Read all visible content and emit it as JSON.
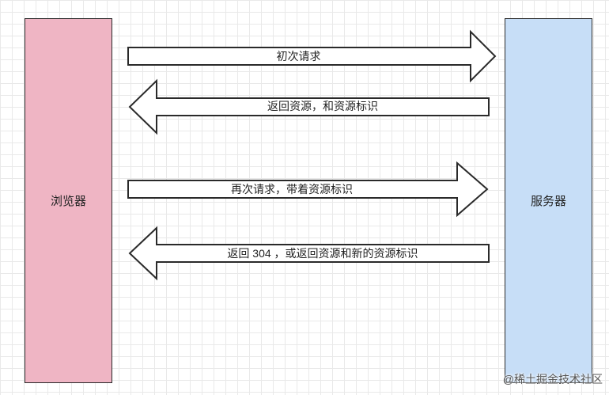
{
  "actors": {
    "browser": {
      "label": "浏览器",
      "color": "#efb5c4"
    },
    "server": {
      "label": "服务器",
      "color": "#c7def7"
    }
  },
  "messages": [
    {
      "label": "初次请求",
      "direction": "right"
    },
    {
      "label": "返回资源，和资源标识",
      "direction": "left"
    },
    {
      "label": "再次请求，带着资源标识",
      "direction": "right"
    },
    {
      "label": "返回 304 ，或返回资源和新的资源标识",
      "direction": "left"
    }
  ],
  "watermark": "@稀土掘金技术社区"
}
